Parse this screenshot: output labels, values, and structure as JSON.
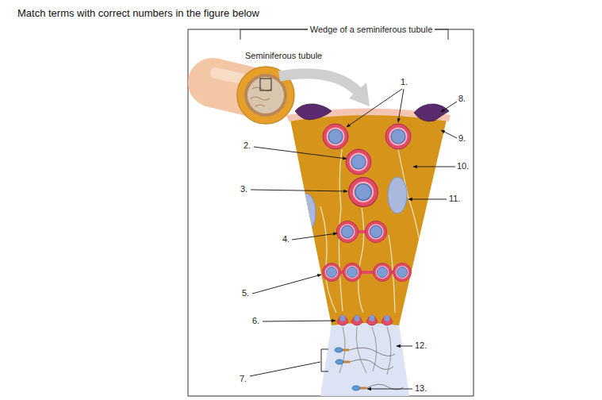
{
  "diagram": {
    "title": "Match terms with correct numbers in the figure below",
    "labels": [
      "Wedge of a seminiferous tubule",
      "Seminiferous tubule",
      "1.",
      "2.",
      "3.",
      "4.",
      "5.",
      "6.",
      "7.",
      "8.",
      "9.",
      "10.",
      "11.",
      "12.",
      "13."
    ]
  }
}
